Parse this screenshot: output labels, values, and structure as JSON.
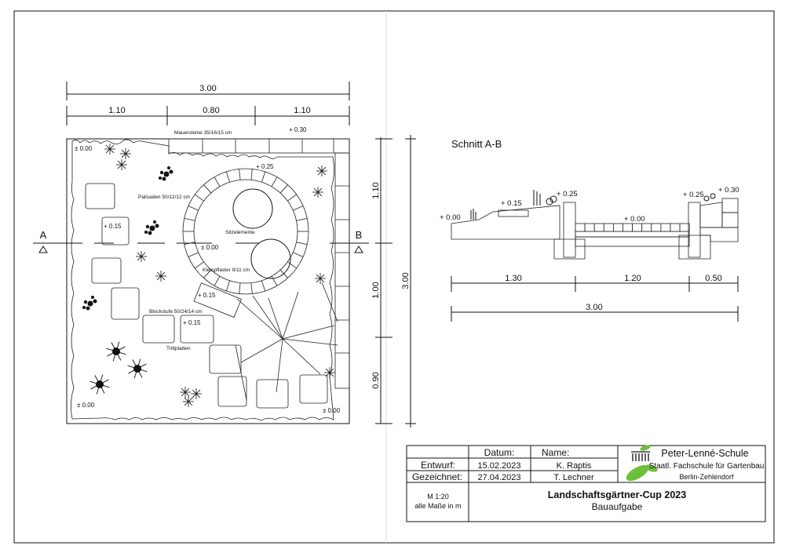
{
  "plan": {
    "dim_total": "3.00",
    "dim_left": "1.10",
    "dim_middle": "0.80",
    "dim_right": "1.10",
    "dim_v_top": "1.10",
    "dim_v_mid": "1.00",
    "dim_v_bottom": "0.90",
    "dim_v_total": "3.00",
    "section_mark_a": "A",
    "section_mark_b": "B",
    "labels": {
      "mauersteine": "Mauersteine 35/16/15 cm",
      "palisaden": "Palisaden 50/12/12 cm",
      "sitzelemente": "Sitzelemente",
      "kleinpflaster": "Kleinpflaster 9/11 cm",
      "blockstufe": "Blockstufe 50/24/14 cm",
      "trittplatten": "Trittplatten"
    },
    "levels": {
      "top_left": "± 0.00",
      "wall": "+ 0.30",
      "palisade": "+ 0.25",
      "step_left": "+ 0.15",
      "center": "± 0.00",
      "block": "+ 0.15",
      "tritt": "+ 0.15",
      "bottom_left": "± 0.00",
      "bottom_right": "± 0.00"
    }
  },
  "section": {
    "title": "Schnitt A-B",
    "levels": [
      "+ 0.00",
      "+ 0.15",
      "+ 0.25",
      "+ 0.00",
      "+ 0.25",
      "+ 0.30"
    ],
    "dims": [
      "1.30",
      "1.20",
      "0.50"
    ],
    "dim_total": "3.00"
  },
  "title_block": {
    "datum_header": "Datum:",
    "name_header": "Name:",
    "entwurf_label": "Entwurf:",
    "entwurf_date": "15.02.2023",
    "entwurf_name": "K. Raptis",
    "gezeichnet_label": "Gezeichnet:",
    "gezeichnet_date": "27.04.2023",
    "gezeichnet_name": "T. Lechner",
    "school_name": "Peter-Lenné-Schule",
    "school_sub": "Staatl. Fachschule für Gartenbau",
    "school_city": "Berlin-Zehlendorf",
    "scale": "M 1:20",
    "units": "alle Maße in m",
    "project_title": "Landschaftsgärtner-Cup 2023",
    "project_sub": "Bauaufgabe",
    "logo_color": "#6cbf3a"
  }
}
